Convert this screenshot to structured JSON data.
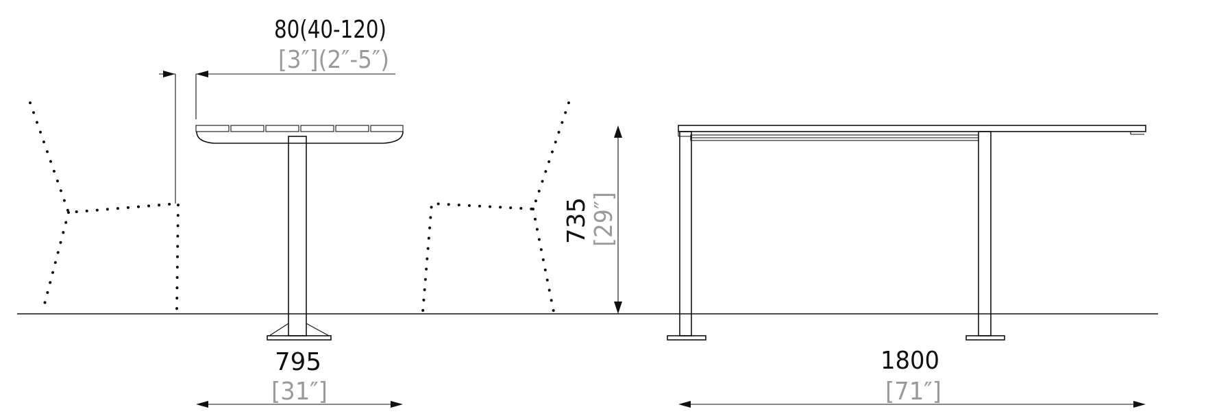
{
  "dimensions": {
    "seat_gap": {
      "metric": "80(40-120)",
      "imperial": "[3″](2″-5″)"
    },
    "height": {
      "metric": "735",
      "imperial": "[29″]"
    },
    "depth": {
      "metric": "795",
      "imperial": "[31″]"
    },
    "length": {
      "metric": "1800",
      "imperial": "[71″]"
    }
  }
}
